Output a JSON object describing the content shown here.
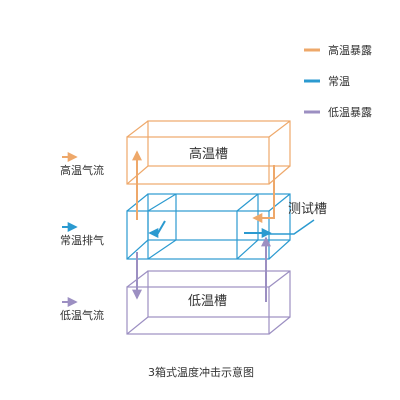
{
  "colors": {
    "high": "#eea86a",
    "normal": "#2b9ad0",
    "low": "#9c8fc2",
    "text": "#333333"
  },
  "legend": [
    {
      "key": "high",
      "label": "高温暴露"
    },
    {
      "key": "normal",
      "label": "常温"
    },
    {
      "key": "low",
      "label": "低温暴露"
    }
  ],
  "side_labels": [
    {
      "key": "high",
      "label": "高温气流"
    },
    {
      "key": "normal",
      "label": "常温排气"
    },
    {
      "key": "low",
      "label": "低温气流"
    }
  ],
  "chambers": {
    "high_label": "高温槽",
    "test_label": "测试槽",
    "low_label": "低温槽"
  },
  "caption": "3箱式温度冲击示意图"
}
